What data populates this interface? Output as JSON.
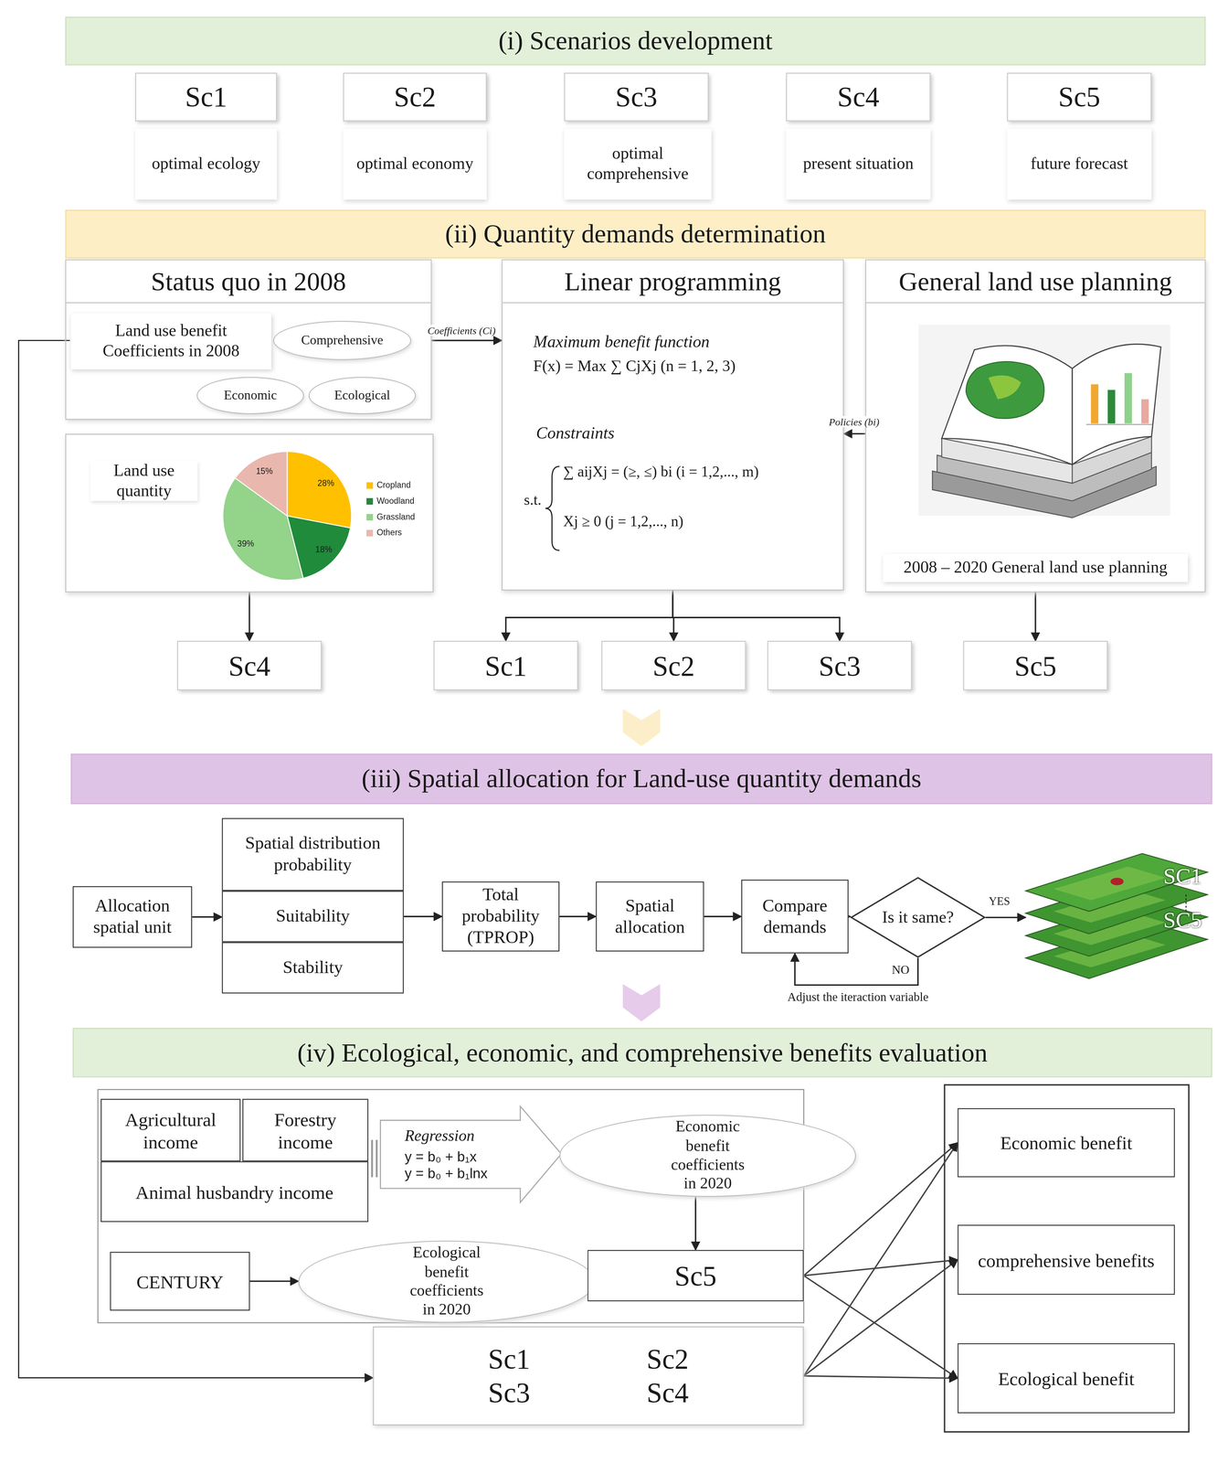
{
  "diagram": {
    "nodes": [
      {
        "text": [
          "(i) Scenarios development"
        ]
      },
      {
        "text": [
          "Sc1"
        ]
      },
      {
        "text": [
          "optimal ecology"
        ]
      },
      {
        "text": [
          "Sc2"
        ]
      },
      {
        "text": [
          "optimal economy"
        ]
      },
      {
        "text": [
          "Sc3"
        ]
      },
      {
        "text": [
          "optimal comprehensive"
        ]
      },
      {
        "text": [
          "Sc4"
        ]
      },
      {
        "text": [
          "present situation"
        ]
      },
      {
        "text": [
          "Sc5"
        ]
      },
      {
        "text": [
          "future forecast"
        ]
      },
      {
        "text": [
          "(ii) Quantity demands determination"
        ]
      },
      {
        "text": [
          "Status quo in 2008"
        ]
      },
      {
        "text": [
          "Land use benefit Coefficients in 2008"
        ],
        "in": 12
      },
      {
        "text": [
          "Comprehensive"
        ],
        "in": 12
      },
      {
        "text": [
          "Economic"
        ],
        "in": 12
      },
      {
        "text": [
          "Ecological"
        ],
        "in": 12
      },
      {
        "text": [
          "Land use quantity"
        ]
      },
      {
        "text": [
          "Linear programming"
        ]
      },
      {
        "text": [
          "General land use planning",
          "2008 – 2020 General land use planning"
        ]
      },
      {
        "text": [
          "Sc4"
        ]
      },
      {
        "text": [
          "Sc1"
        ]
      },
      {
        "text": [
          "Sc2"
        ]
      },
      {
        "text": [
          "Sc3"
        ]
      },
      {
        "text": [
          "Sc5"
        ]
      },
      {
        "text": [
          "(iii) Spatial allocation for Land-use quantity demands"
        ]
      },
      {
        "text": [
          "Allocation spatial unit"
        ]
      },
      {
        "text": [
          "Spatial distribution probability"
        ]
      },
      {
        "text": [
          "Suitability"
        ]
      },
      {
        "text": [
          "Stability"
        ]
      },
      {
        "text": [
          "Total probability (TPROP)"
        ]
      },
      {
        "text": [
          "Spatial allocation"
        ]
      },
      {
        "text": [
          "Compare demands"
        ]
      },
      {
        "text": [
          "Is it same?"
        ]
      },
      {
        "text": [
          "SC1",
          "SC5"
        ]
      },
      {
        "text": [
          "(iv) Ecological, economic, and comprehensive benefits evaluation"
        ]
      },
      {
        "text": [
          "Agricultural income"
        ]
      },
      {
        "text": [
          "Forestry income"
        ]
      },
      {
        "text": [
          "Animal husbandry income"
        ]
      },
      {
        "text": [
          "Regression",
          "y = b₀ + b₁x",
          "y = b₀ + b₁lnx"
        ]
      },
      {
        "text": [
          "Economic benefit coefficients in 2020"
        ]
      },
      {
        "text": [
          "CENTURY"
        ]
      },
      {
        "text": [
          "Ecological benefit coefficients in 2020"
        ]
      },
      {
        "text": [
          "Sc5"
        ]
      },
      {
        "text": [
          "Sc1",
          "Sc2",
          "Sc3",
          "Sc4"
        ]
      },
      {
        "text": [
          "Economic benefit"
        ]
      },
      {
        "text": [
          "comprehensive benefits"
        ]
      },
      {
        "text": [
          "Ecological benefit"
        ]
      }
    ],
    "edges": [
      {
        "from": 12,
        "to": 18,
        "arrow": "to",
        "label": "Coefficients (Ci)"
      },
      {
        "from": 19,
        "to": 18,
        "arrow": "to",
        "label": "Policies (bi)"
      },
      {
        "from": 17,
        "to": 20,
        "arrow": "to"
      },
      {
        "from": 18,
        "to": 21,
        "arrow": "to"
      },
      {
        "from": 18,
        "to": 22,
        "arrow": "to"
      },
      {
        "from": 18,
        "to": 23,
        "arrow": "to"
      },
      {
        "from": 19,
        "to": 24,
        "arrow": "to"
      },
      {
        "from": 26,
        "to": 28,
        "arrow": "to"
      },
      {
        "from": 28,
        "to": 30,
        "arrow": "to"
      },
      {
        "from": 30,
        "to": 31,
        "arrow": "to"
      },
      {
        "from": 31,
        "to": 32,
        "arrow": "to"
      },
      {
        "from": 32,
        "to": 33,
        "arrow": "to"
      },
      {
        "from": 33,
        "to": 34,
        "arrow": "to",
        "label": "YES"
      },
      {
        "from": 33,
        "to": 32,
        "arrow": "to",
        "label": "NO"
      },
      {
        "from": 40,
        "to": 43,
        "arrow": "to"
      },
      {
        "from": 41,
        "to": 42,
        "arrow": "to"
      },
      {
        "from": 42,
        "to": 43,
        "arrow": "to"
      },
      {
        "from": 13,
        "to": 44,
        "arrow": "to"
      },
      {
        "from": 43,
        "to": 45,
        "arrow": "to"
      },
      {
        "from": 43,
        "to": 46,
        "arrow": "to"
      },
      {
        "from": 43,
        "to": 47,
        "arrow": "to"
      },
      {
        "from": 44,
        "to": 45,
        "arrow": "to"
      },
      {
        "from": 44,
        "to": 46,
        "arrow": "to"
      },
      {
        "from": 44,
        "to": 47,
        "arrow": "to"
      }
    ],
    "labels": [
      "28%",
      "18%",
      "39%",
      "15%",
      "Maximum benefit function",
      "F(x) = Max ∑ CjXj (n = 1, 2, 3)",
      "Constraints",
      "s.t.",
      "∑ aijXj = (≥, ≤) bi (i = 1,2,..., m)",
      "Xj ≥ 0 (j = 1,2,..., n)",
      "Adjust the iteraction variable"
    ],
    "legend": [
      {
        "text": "Cropland",
        "color": "#ffc000"
      },
      {
        "text": "Woodland",
        "color": "#1f8b3b"
      },
      {
        "text": "Grassland",
        "color": "#93d38a"
      },
      {
        "text": "Others",
        "color": "#e9b7ae"
      }
    ]
  }
}
